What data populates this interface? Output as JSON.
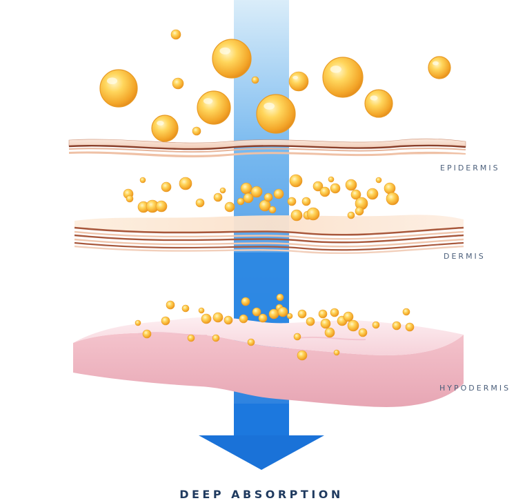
{
  "layers": {
    "epidermis": "EPIDERMIS",
    "dermis": "DERMIS",
    "hypodermis": "HYPODERMIS"
  },
  "caption": "DEEP ABSORPTION",
  "colors": {
    "arrow_top": "#cfe6f7",
    "arrow_bottom": "#1e7fe0",
    "droplet_light": "#ffe58a",
    "droplet_dark": "#f0a020",
    "epidermis": "#f7dccb",
    "epidermis_edge": "#a0523a",
    "dermis": "#fbe6d6",
    "dermis_edge": "#b5684a",
    "hypodermis_top": "#fbe1e6",
    "hypodermis_side": "#eab0bc",
    "label_text": "#4a5e7a",
    "caption_text": "#1f3a5f"
  }
}
